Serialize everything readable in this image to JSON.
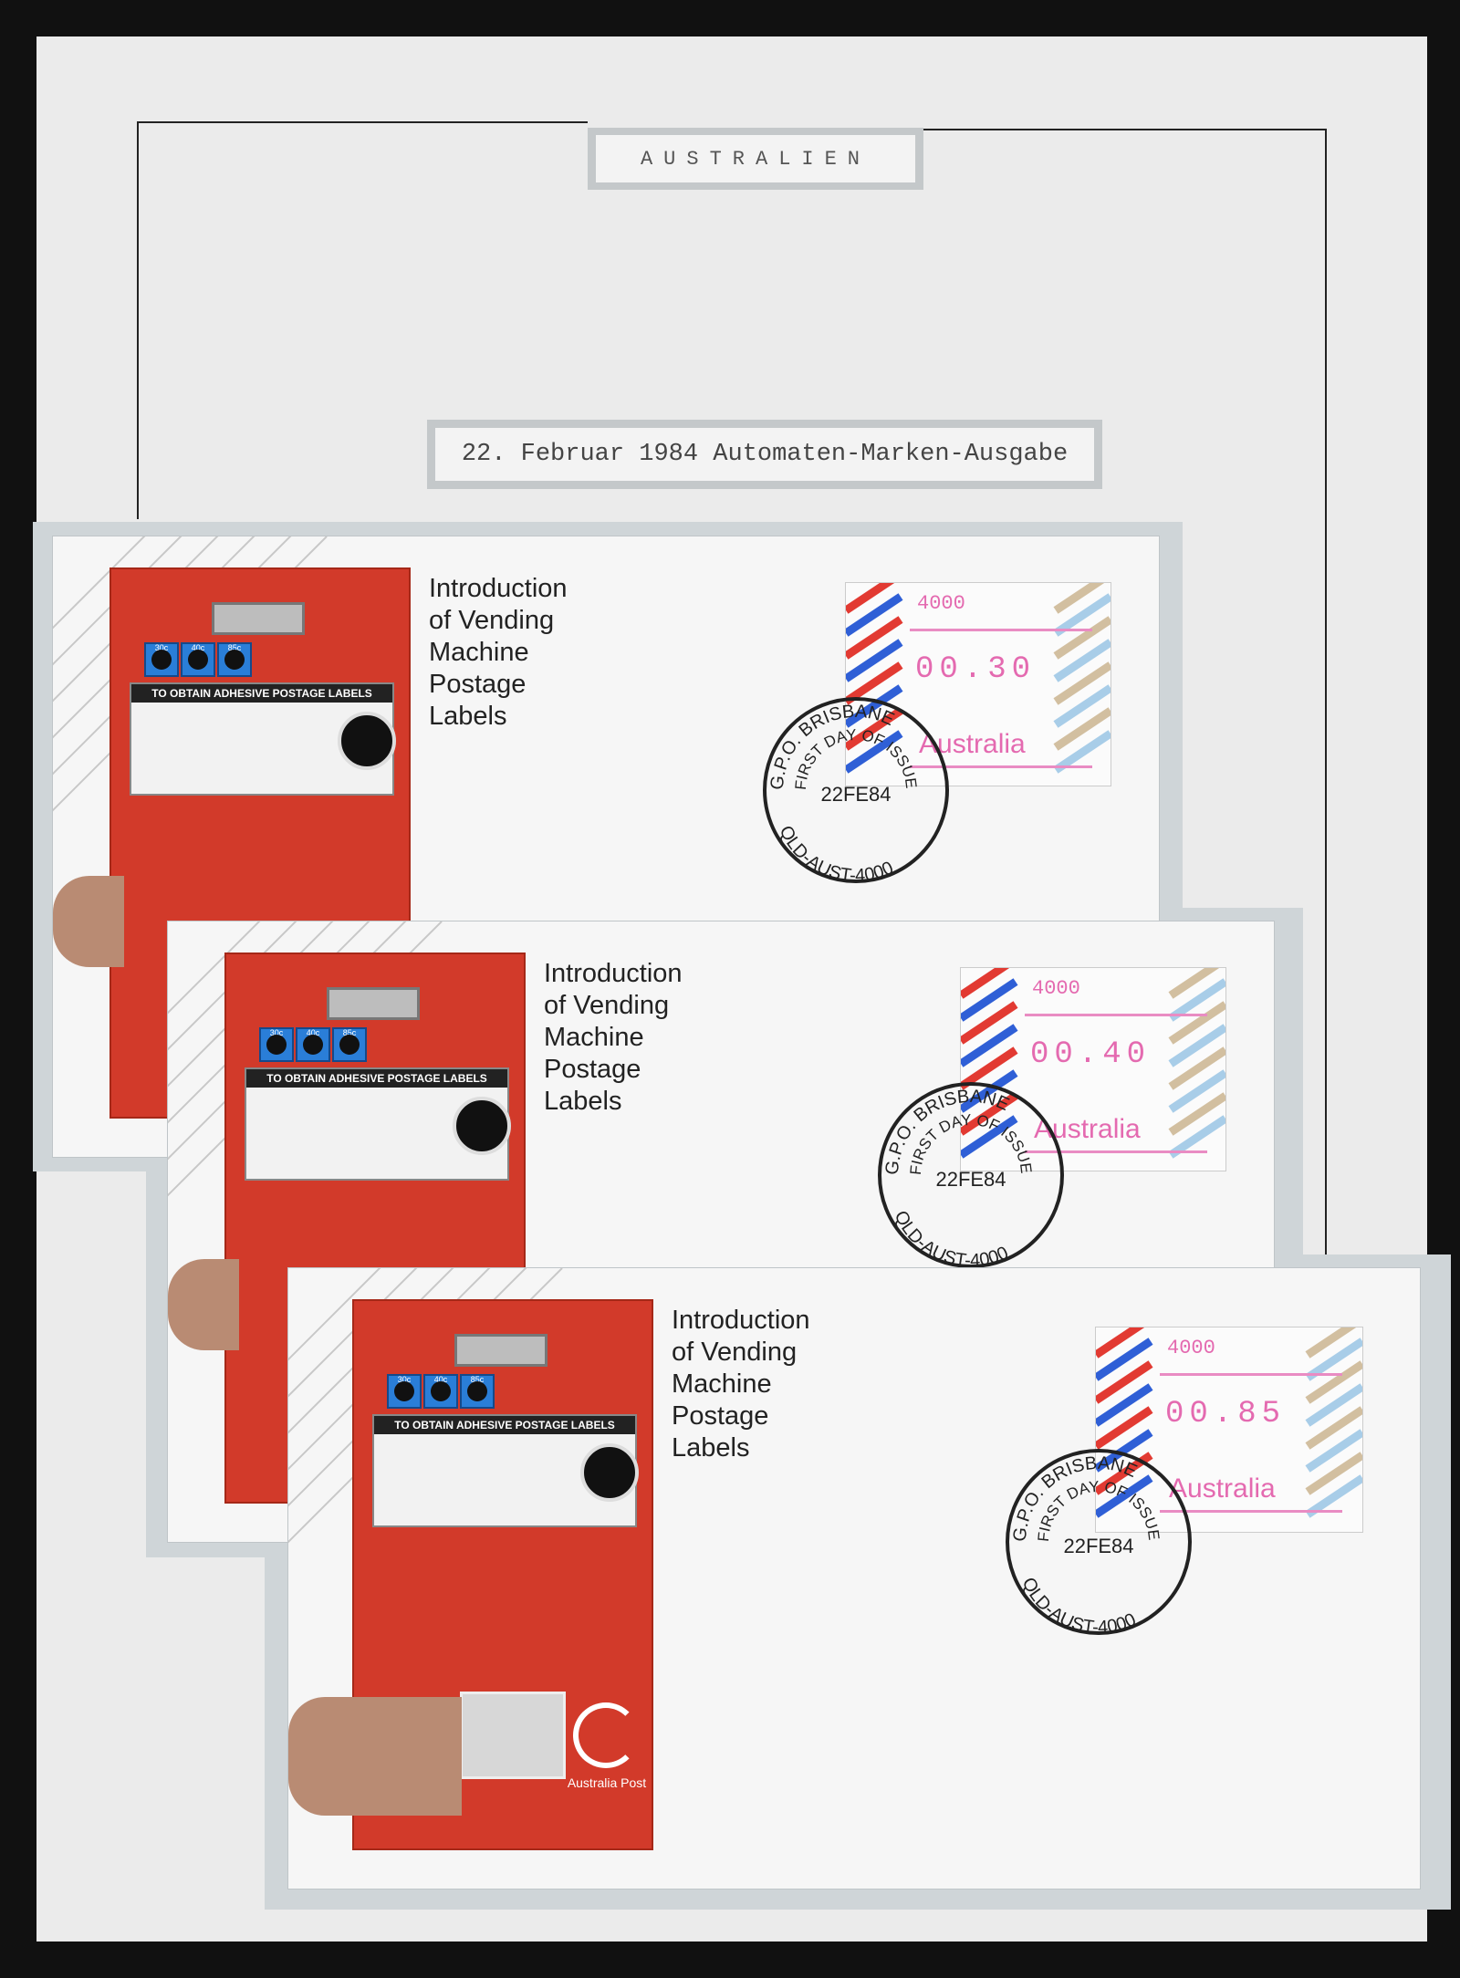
{
  "page": {
    "header_title": "AUSTRALIEN",
    "subtitle": "22. Februar 1984 Automaten-Marken-Ausgabe"
  },
  "covers": [
    {
      "intro_lines": [
        "Introduction",
        "of Vending",
        "Machine",
        "Postage",
        "Labels"
      ],
      "label_code": "4000",
      "label_value": "00.30",
      "label_country": "Australia",
      "postmark_top": "G.P.O. BRISBANE",
      "postmark_mid": "FIRST DAY OF ISSUE",
      "postmark_bottom": "QLD-AUST-4000",
      "postmark_date": "22FE84",
      "buttons": [
        "30c",
        "40c",
        "85c"
      ],
      "panel_title": "TO OBTAIN ADHESIVE POSTAGE LABELS"
    },
    {
      "intro_lines": [
        "Introduction",
        "of Vending",
        "Machine",
        "Postage",
        "Labels"
      ],
      "label_code": "4000",
      "label_value": "00.40",
      "label_country": "Australia",
      "postmark_top": "G.P.O. BRISBANE",
      "postmark_mid": "FIRST DAY OF ISSUE",
      "postmark_bottom": "QLD-AUST-4000",
      "postmark_date": "22FE84",
      "buttons": [
        "30c",
        "40c",
        "85c"
      ],
      "panel_title": "TO OBTAIN ADHESIVE POSTAGE LABELS"
    },
    {
      "intro_lines": [
        "Introduction",
        "of Vending",
        "Machine",
        "Postage",
        "Labels"
      ],
      "label_code": "4000",
      "label_value": "00.85",
      "label_country": "Australia",
      "postmark_top": "G.P.O. BRISBANE",
      "postmark_mid": "FIRST DAY OF ISSUE",
      "postmark_bottom": "QLD-AUST-4000",
      "postmark_date": "22FE84",
      "buttons": [
        "30c",
        "40c",
        "85c"
      ],
      "panel_title": "TO OBTAIN ADHESIVE POSTAGE LABELS",
      "brand_name": "Australia Post"
    }
  ],
  "colors": {
    "machine_red": "#d23a2a",
    "label_pink": "#e46ab0",
    "airmail_red": "#e23a32",
    "airmail_blue": "#2f5fd6"
  }
}
